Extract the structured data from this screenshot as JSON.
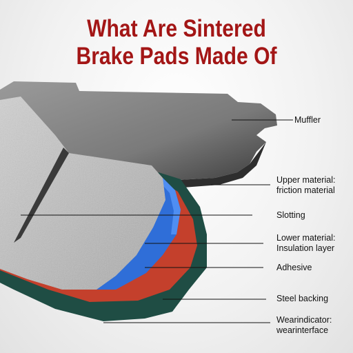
{
  "title": {
    "line1": "What Are Sintered",
    "line2": "Brake Pads Made Of",
    "color": "#a31616"
  },
  "labels": {
    "muffler": "Muffler",
    "upper_1": "Upper material:",
    "upper_2": "friction material",
    "slotting": "Slotting",
    "lower_1": "Lower material:",
    "lower_2": "Insulation layer",
    "adhesive": "Adhesive",
    "steel_backing": "Steel backing",
    "wear_1": "Wearindicator:",
    "wear_2": "wearinterface"
  },
  "colors": {
    "friction": "#c3c3c3",
    "insulation": "#2f6ed8",
    "adhesive": "#c4402c",
    "backing": "#1f4d44",
    "muffler": "#6a6a6a"
  }
}
